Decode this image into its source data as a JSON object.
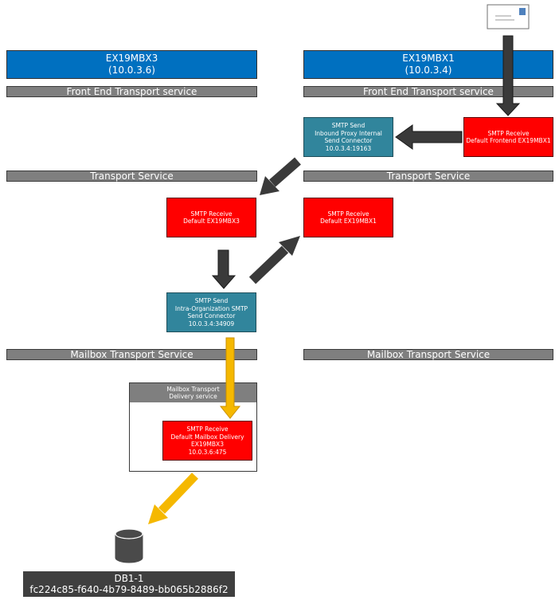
{
  "servers": {
    "left": {
      "name": "EX19MBX3",
      "ip": "(10.0.3.6)"
    },
    "right": {
      "name": "EX19MBX1",
      "ip": "(10.0.3.4)"
    }
  },
  "bands": {
    "front_end_left": "Front End Transport service",
    "front_end_right": "Front End Transport service",
    "transport_left": "Transport Service",
    "transport_right": "Transport Service",
    "mailbox_left": "Mailbox Transport Service",
    "mailbox_right": "Mailbox Transport Service"
  },
  "connectors": {
    "receive_frontend_mbx1": {
      "lines": [
        "SMTP Receive",
        "Default Frontend EX19MBX1"
      ]
    },
    "send_inbound_proxy": {
      "lines": [
        "SMTP Send",
        "Inbound Proxy Internal",
        "Send Connector",
        "10.0.3.4:19163"
      ]
    },
    "receive_default_mbx3": {
      "lines": [
        "SMTP Receive",
        "Default EX19MBX3"
      ]
    },
    "receive_default_mbx1": {
      "lines": [
        "SMTP Receive",
        "Default EX19MBX1"
      ]
    },
    "send_intra_org": {
      "lines": [
        "SMTP Send",
        "Intra-Organization SMTP",
        "Send Connector",
        "10.0.3.4:34909"
      ]
    },
    "mailbox_delivery_service": {
      "lines": [
        "Mailbox Transport",
        "Delivery service"
      ]
    },
    "receive_mailbox_delivery": {
      "lines": [
        "SMTP Receive",
        "Default Mailbox Delivery",
        "EX19MBX3",
        "10.0.3.6:475"
      ]
    }
  },
  "database": {
    "name": "DB1-1",
    "guid": "fc224c85-f640-4b79-8489-bb065b2886f2"
  },
  "colors": {
    "server_blue": "#0070c0",
    "band_gray": "#7f7f7f",
    "receive_red": "#ff0000",
    "send_teal": "#31859c",
    "flow_dark": "#3a3a3a",
    "flow_delivery": "#f5b800"
  },
  "icons": [
    "envelope-icon",
    "database-icon"
  ]
}
